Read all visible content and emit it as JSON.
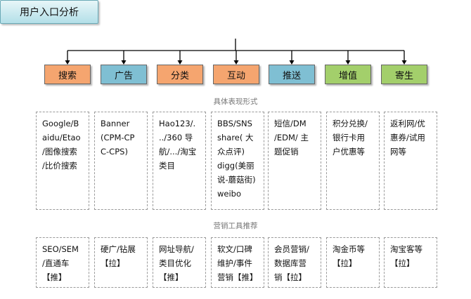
{
  "root": "用户入口分析",
  "categories": [
    {
      "label": "搜索",
      "color": "#f5a56f"
    },
    {
      "label": "广告",
      "color": "#7fbfd3"
    },
    {
      "label": "分类",
      "color": "#f5a56f"
    },
    {
      "label": "互动",
      "color": "#f5a56f"
    },
    {
      "label": "推送",
      "color": "#7fbfd3"
    },
    {
      "label": "增值",
      "color": "#a3cf6b"
    },
    {
      "label": "寄生",
      "color": "#a3cf6b"
    }
  ],
  "section1": "具体表现形式",
  "forms": [
    "Google/B\naidu/Etao\n/图像搜索\n/比价搜索",
    "Banner\n(CPM-CP\nC-CPS)",
    "Hao123/.\n../360 导\n航/.../淘宝\n类目",
    "BBS/SNS\nshare( 大\n众点评)\ndigg(美丽\n说-蘑菇街)\nweibo",
    "短信/DM\n/EDM/ 主\n题促销",
    "积分兑换/\n银行卡用\n户优惠等",
    "返利网/优\n惠券/试用\n网等"
  ],
  "section2": "营销工具推荐",
  "tools": [
    "SEO/SEM\n/直通车\n【推】",
    "硬广/钻展\n【拉】",
    "网址导航/\n类目优化\n【推】",
    "软文/口碑\n维护/事件\n营销【推】",
    "会员营销/\n数据库营\n销【拉】",
    "淘金币等\n【拉】",
    "淘宝客等\n【拉】"
  ]
}
